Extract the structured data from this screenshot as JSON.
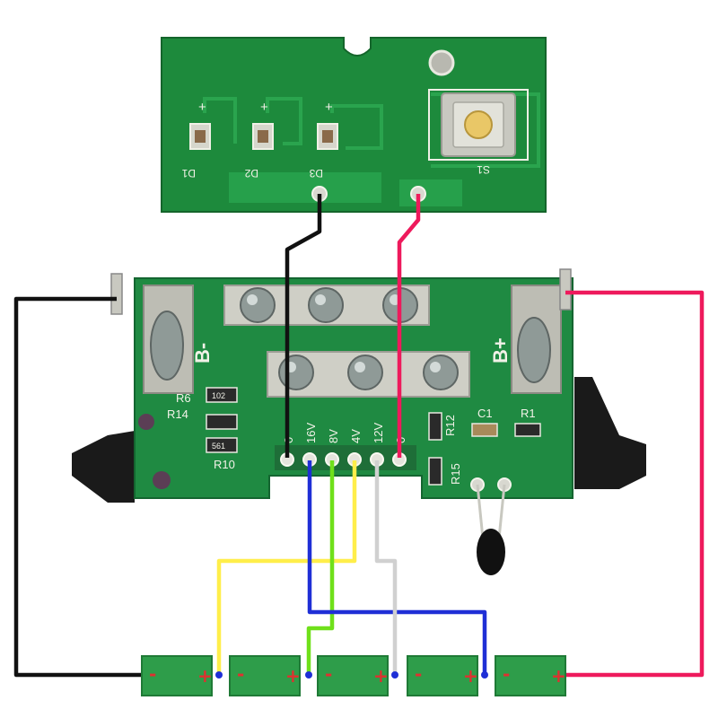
{
  "top_board": {
    "leds": [
      {
        "ref": "D1",
        "polarity": "+"
      },
      {
        "ref": "D2",
        "polarity": "+"
      },
      {
        "ref": "D3",
        "polarity": "+"
      }
    ],
    "switch_ref": "S1"
  },
  "main_board": {
    "left_terminal": "B-",
    "right_terminal": "B+",
    "components": {
      "r6": "R6",
      "r14": "R14",
      "r10": "R10",
      "r12": "R12",
      "r15": "R15",
      "c1": "C1",
      "r1": "R1",
      "smd_code_a": "102",
      "smd_code_b": "561"
    },
    "header_pins": [
      "0",
      "16V",
      "8V",
      "4V",
      "12V",
      "0"
    ]
  },
  "battery_cells": [
    {
      "neg": "-",
      "pos": "+"
    },
    {
      "neg": "-",
      "pos": "+"
    },
    {
      "neg": "-",
      "pos": "+"
    },
    {
      "neg": "-",
      "pos": "+"
    },
    {
      "neg": "-",
      "pos": "+"
    }
  ],
  "wire_colors": {
    "negative": "#111111",
    "positive": "#ee1a5c",
    "tap_16v": "#1f2fd6",
    "tap_8v": "#6fe01a",
    "tap_4v": "#ffee4a",
    "tap_12v": "#d0d0d0"
  }
}
